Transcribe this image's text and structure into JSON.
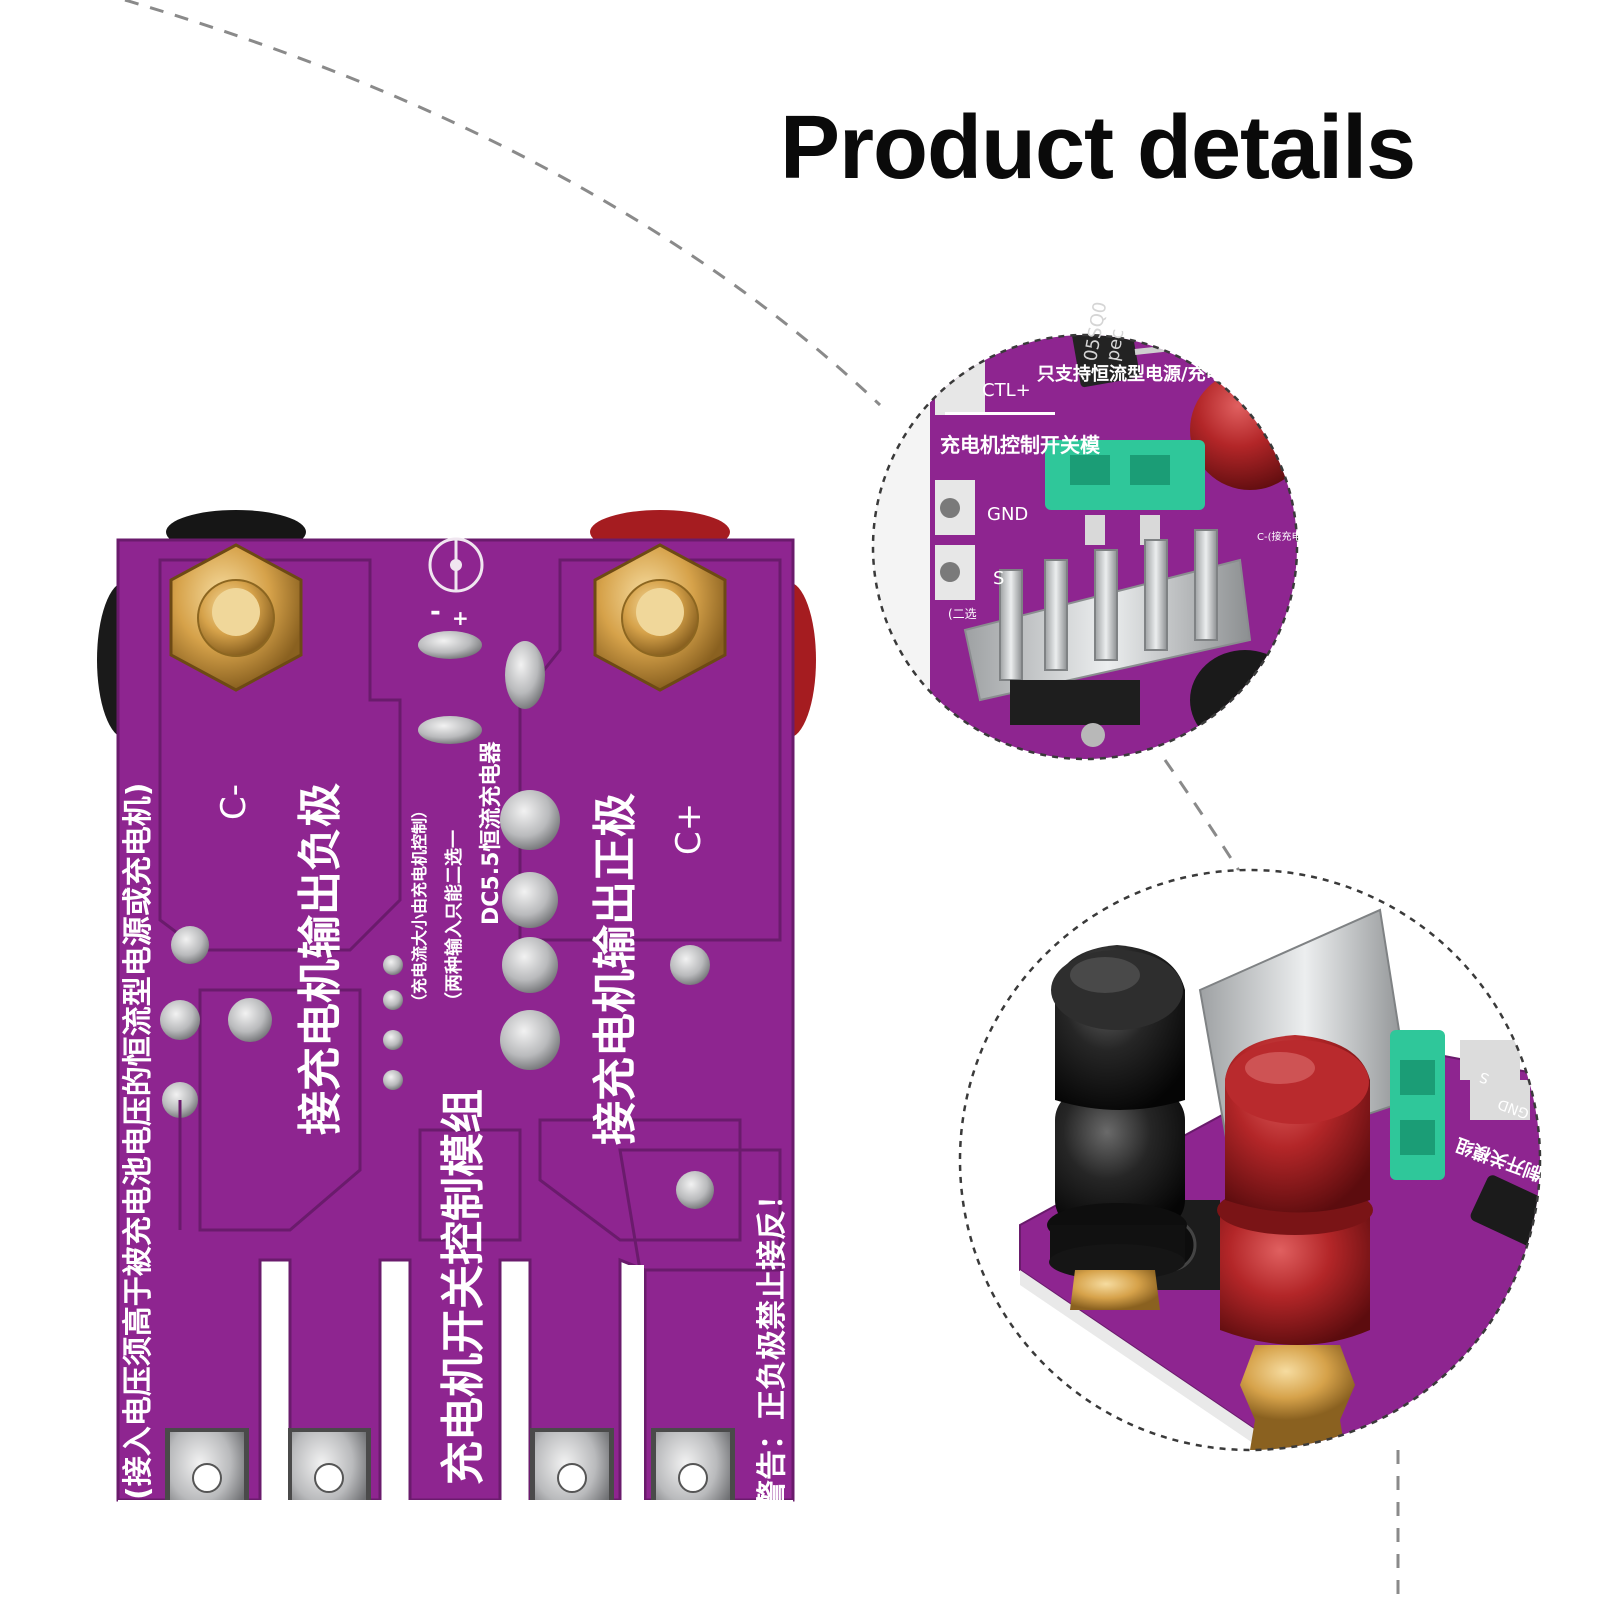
{
  "header": {
    "title": "Product details"
  },
  "board": {
    "side_note": "(接入电压须高于被充电池电压的恒流型电源或充电机)",
    "label_minus": "C-",
    "label_plus": "C+",
    "label_neg_output": "接充电机输出负极",
    "label_pos_output": "接充电机输出正极",
    "module_name": "充电机开关控制模组",
    "warning": "警告：正负极禁止接反！",
    "note_line_1": "（充电流大小由充电机控制）",
    "note_line_2": "（两种输入只能二选一",
    "note_line_3": "DC5.5恒流充电器",
    "jack_minus": "-",
    "jack_plus": "+"
  },
  "zoom_top": {
    "label_ctl": "CTL+",
    "label_support": "只支持恒流型电源/充电",
    "label_module": "充电机控制开关模",
    "label_gnd": "GND",
    "label_s": "S",
    "label_c_small": "C-(接充电机",
    "label_choose": "(二选",
    "diode_text_1": "05SQ0",
    "diode_text_2": "pec"
  },
  "zoom_bottom": {
    "label_s": "S",
    "label_gnd": "GND",
    "label_module": "控制开关模组"
  },
  "colors": {
    "pcb": "#8e2590",
    "pcb_dark": "#5f1a63",
    "brass": "#d6a24a",
    "silver": "#c9cccd",
    "fuse": "#2fc79a",
    "red_cap": "#a41c1f",
    "black_cap": "#1c1c1c",
    "title": "#0a0a0a"
  }
}
